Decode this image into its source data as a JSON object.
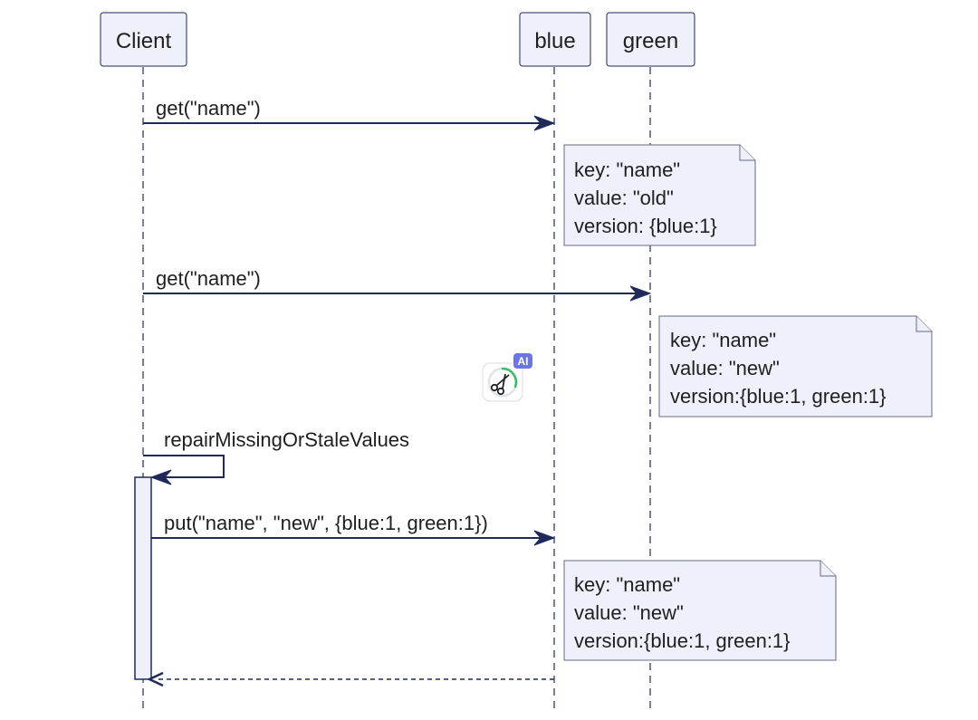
{
  "participants": {
    "client": "Client",
    "blue": "blue",
    "green": "green"
  },
  "messages": {
    "m1": "get(\"name\")",
    "m2": "get(\"name\")",
    "m3": "repairMissingOrStaleValues",
    "m4": "put(\"name\", \"new\", {blue:1, green:1})"
  },
  "notes": {
    "n1": [
      "key: \"name\"",
      "value: \"old\"",
      "version: {blue:1}"
    ],
    "n2": [
      "key: \"name\"",
      "value: \"new\"",
      "version:{blue:1, green:1}"
    ],
    "n3": [
      "key: \"name\"",
      "value: \"new\"",
      "version:{blue:1, green:1}"
    ]
  },
  "widget": {
    "badge": "AI",
    "icon": "scissors-icon"
  },
  "colors": {
    "line": "#1f2a5a",
    "box_fill": "#eef0fb",
    "ai_badge": "#6b74e8",
    "progress_ring": "#3cba6a"
  }
}
